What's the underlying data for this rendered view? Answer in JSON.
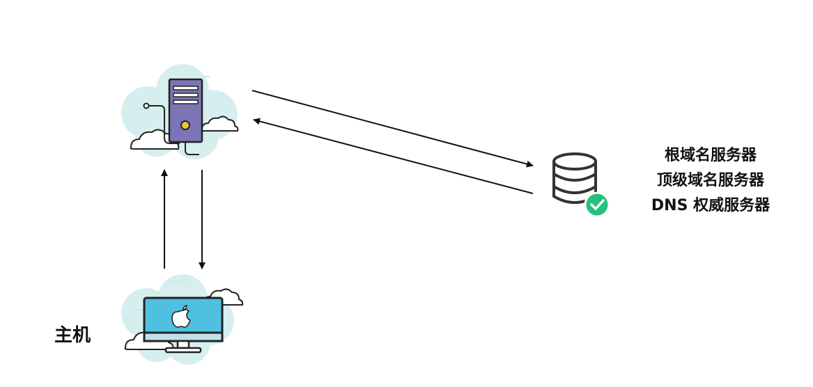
{
  "nodes": {
    "local_dns": {
      "icon": "server-tower-icon",
      "cloud_color": "#d6efee",
      "tower_color": "#7b74b5",
      "light_color": "#f4bf3a"
    },
    "authority": {
      "icon": "database-check-icon",
      "check_color": "#27c07d",
      "labels": [
        "根域名服务器",
        "顶级域名服务器",
        "DNS 权威服务器"
      ]
    },
    "host": {
      "icon": "apple-computer-icon",
      "label": "主机",
      "screen_color": "#4fc0e0"
    }
  },
  "edges": [
    {
      "from": "local_dns",
      "to": "authority"
    },
    {
      "from": "authority",
      "to": "local_dns"
    },
    {
      "from": "host",
      "to": "local_dns"
    },
    {
      "from": "local_dns",
      "to": "host"
    }
  ]
}
